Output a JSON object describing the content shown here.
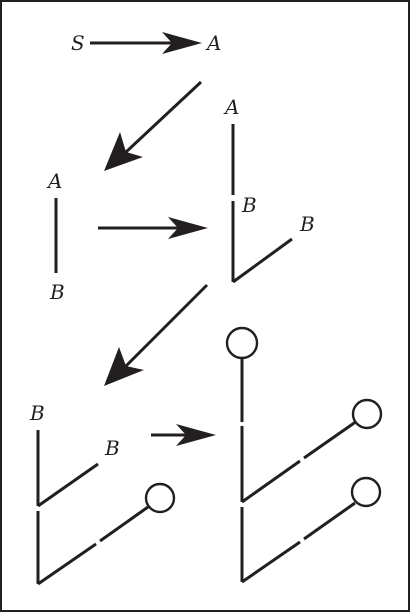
{
  "diagram": {
    "colors": {
      "ink": "#231f20",
      "background": "#ffffff"
    },
    "step1": {
      "from_label": "S",
      "to_label": "A"
    },
    "step2": {
      "top_label": "A",
      "bottom_label": "B"
    },
    "step3": {
      "top_label": "A",
      "middle_label": "B",
      "branch_label": "B"
    },
    "step4": {
      "top_label": "B",
      "branch_label": "B"
    },
    "step5": {}
  }
}
